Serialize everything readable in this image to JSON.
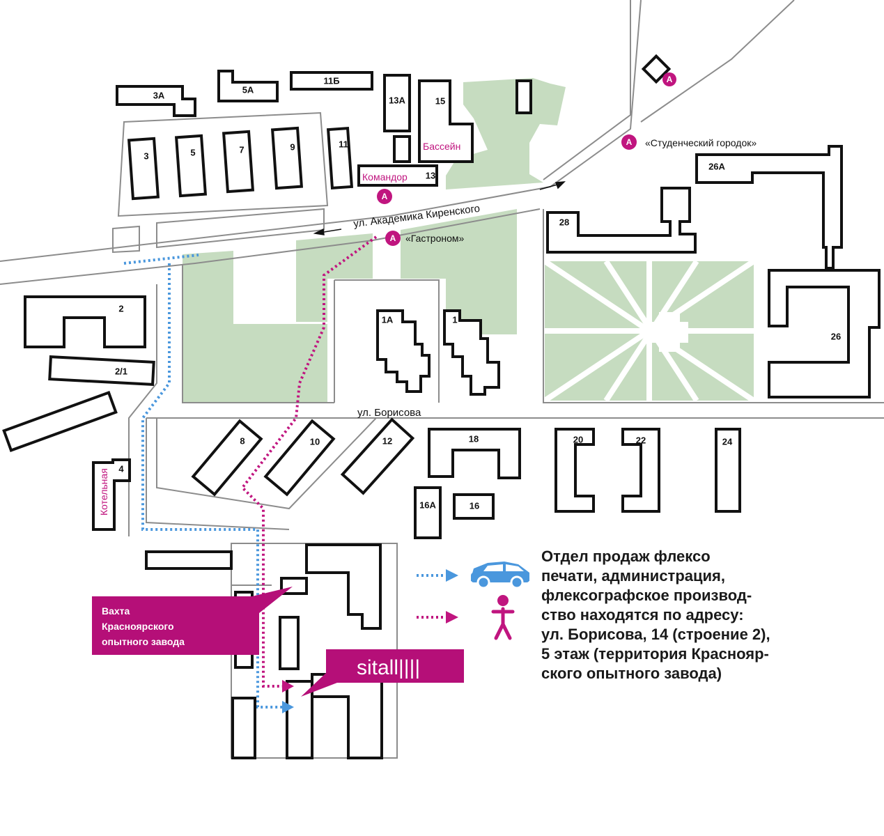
{
  "streets": {
    "kirenskogo": "ул. Академика Киренского",
    "borisova": "ул. Борисова"
  },
  "buildings": {
    "b3a": "3А",
    "b5a": "5А",
    "b11b": "11Б",
    "b13a": "13А",
    "b15": "15",
    "b3": "3",
    "b5": "5",
    "b7": "7",
    "b9": "9",
    "b11": "11",
    "b13": "13",
    "b26a": "26А",
    "b28": "28",
    "b2": "2",
    "b2_1": "2/1",
    "b1a": "1А",
    "b1": "1",
    "b26": "26",
    "b4": "4",
    "b8": "8",
    "b10": "10",
    "b12": "12",
    "b18": "18",
    "b20": "20",
    "b22": "22",
    "b24": "24",
    "b16a": "16А",
    "b16": "16"
  },
  "places": {
    "pool": "Бассейн",
    "komandor": "Командор",
    "boiler": "Котельная"
  },
  "bus_stops": {
    "letter": "А",
    "student_town": "«Студенческий городок»",
    "gastronom": "«Гастроном»"
  },
  "callouts": {
    "guard_line1": "Вахта",
    "guard_line2": "Красноярского",
    "guard_line3": "опытного завода",
    "logo": "sitall||||"
  },
  "address_lines": [
    "Отдел продаж флексо",
    "печати, администрация,",
    "флексографское производ-",
    "ство находятся по адресу:",
    "ул. Борисова, 14 (строение 2),",
    "5 этаж (территория Краснояр-",
    "ского опытного завода)"
  ],
  "legend": {
    "car_icon": "car-icon",
    "walk_icon": "pedestrian-icon",
    "car_route_color": "#4a97dd",
    "walk_route_color": "#c0157f"
  },
  "colors": {
    "accent": "#c0157f",
    "park": "#c6dcc0",
    "road_outline": "#8c8c8c"
  }
}
